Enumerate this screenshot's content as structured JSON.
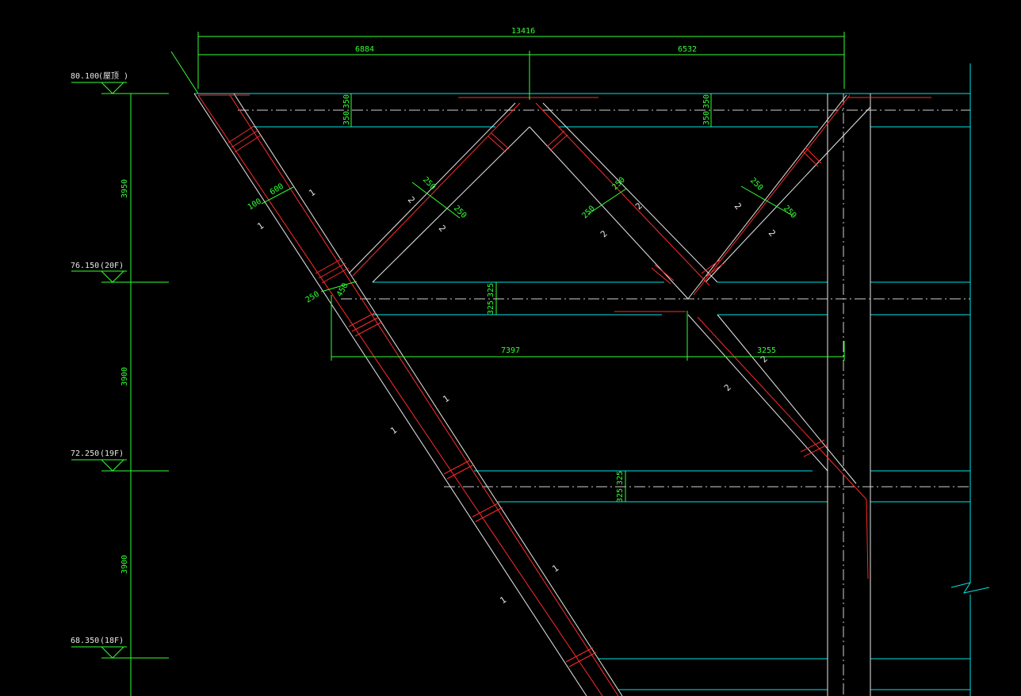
{
  "colors": {
    "background": "#000000",
    "dimension": "#33ff33",
    "floor_line": "#00e5e5",
    "member_edge": "#e8e8e8",
    "hatch": "#ff2a2a",
    "text": "#e6e6e6"
  },
  "levels": [
    {
      "elevation": "80.100",
      "name": "(屋顶 )"
    },
    {
      "elevation": "76.150",
      "name": "(20F)"
    },
    {
      "elevation": "72.250",
      "name": "(19F)"
    },
    {
      "elevation": "68.350",
      "name": "(18F)"
    }
  ],
  "vertical_dims": [
    "3950",
    "3900",
    "3900"
  ],
  "top_dims": {
    "total": "13416",
    "left": "6884",
    "right": "6532"
  },
  "mid_dims": {
    "left": "7397",
    "right": "3255"
  },
  "beam_depths": {
    "top_left": "350",
    "top_left2": "350",
    "top_right": "350",
    "top_right2": "350",
    "mid": "325",
    "mid2": "325",
    "low": "325",
    "low2": "325"
  },
  "member_dims": {
    "a": "100",
    "b": "600",
    "c": "250",
    "d": "450",
    "e": "250",
    "f": "250",
    "g": "250",
    "h": "250",
    "i": "250",
    "j": "250"
  },
  "section_marks": [
    "1",
    "1",
    "2",
    "2",
    "2",
    "2",
    "2",
    "2",
    "1",
    "1",
    "1",
    "1",
    "2",
    "2"
  ]
}
